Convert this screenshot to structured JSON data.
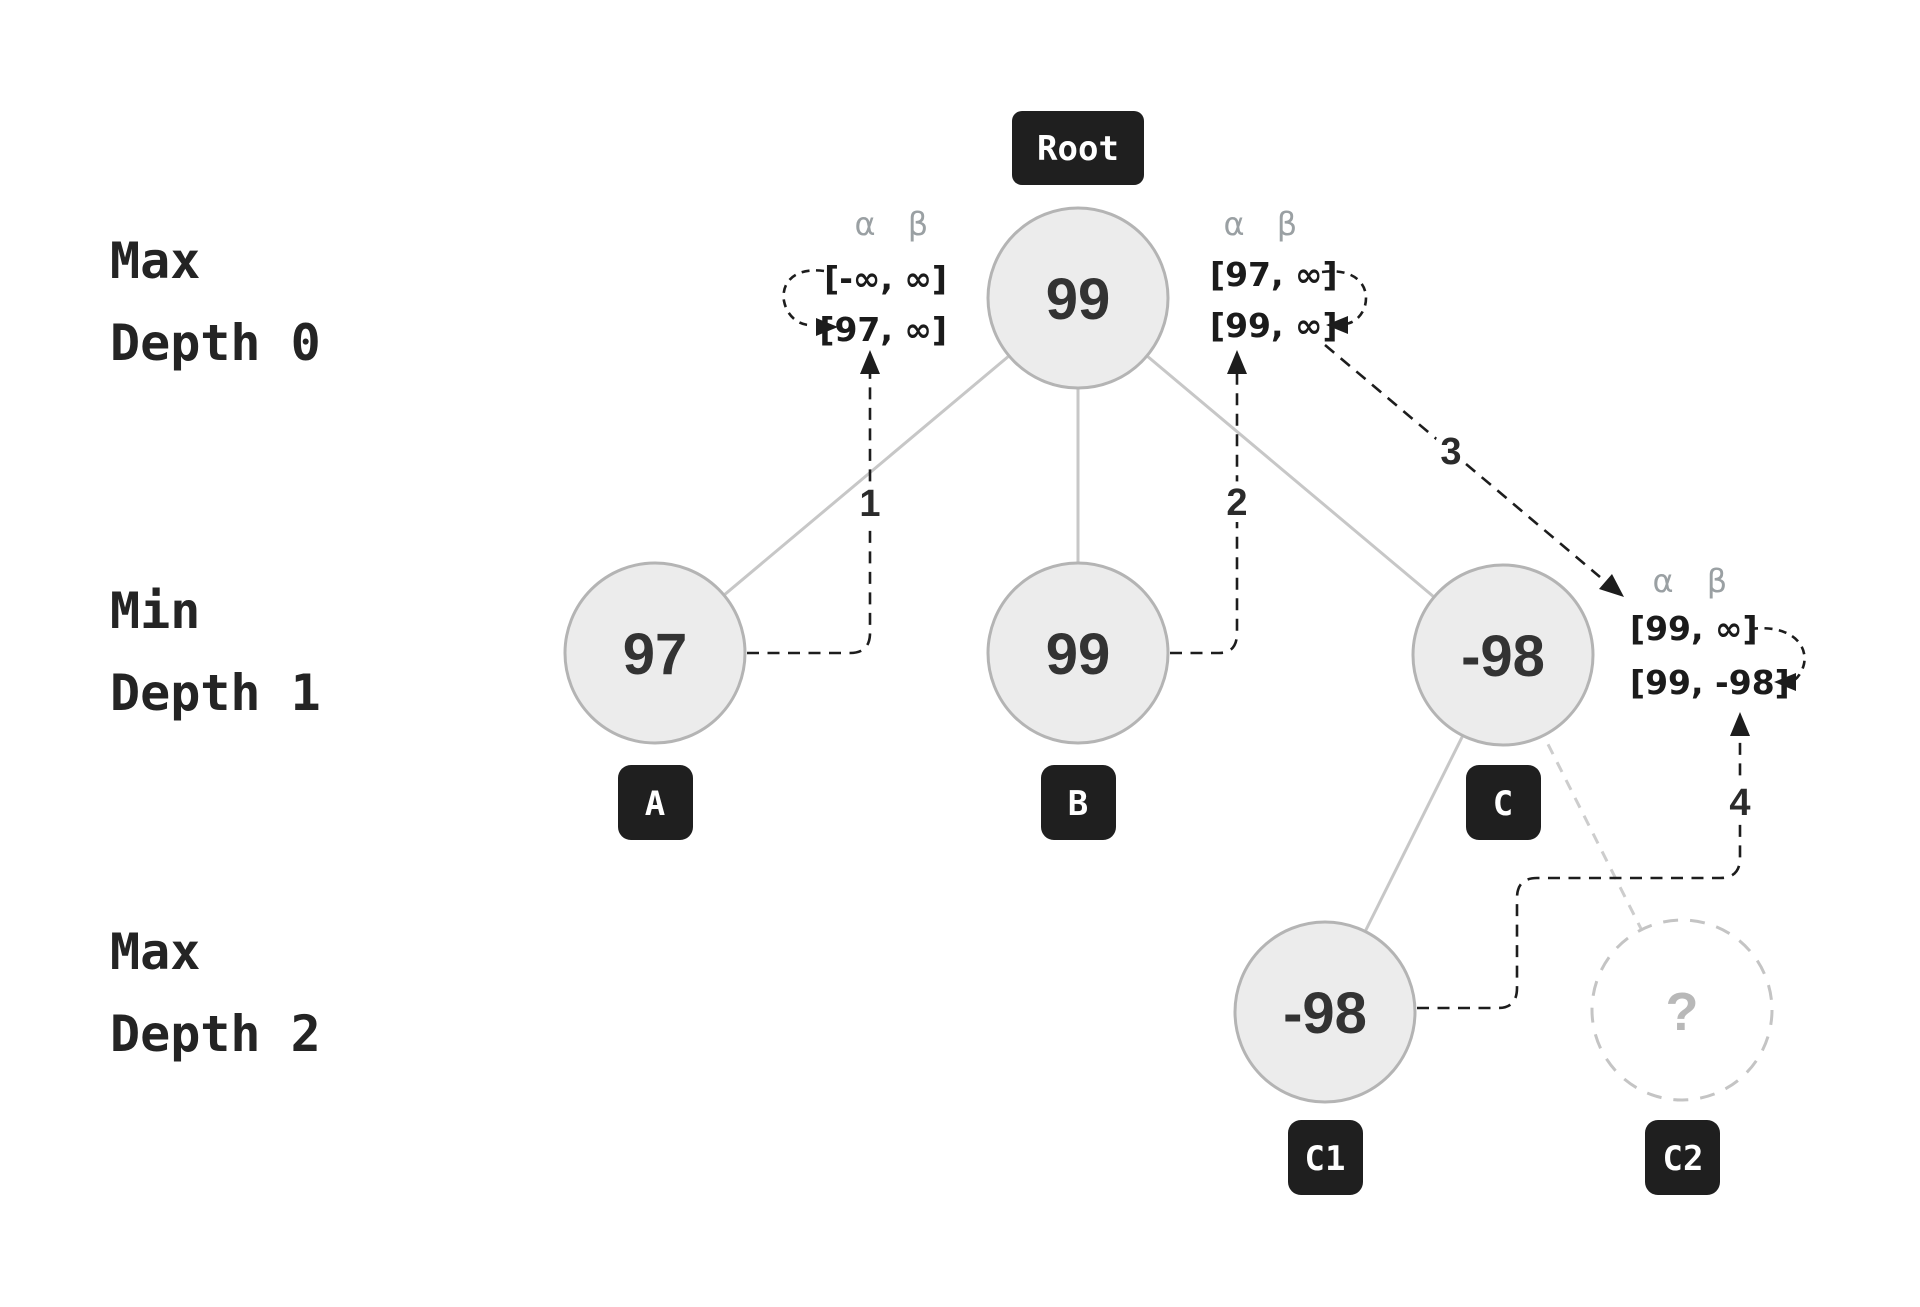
{
  "colors": {
    "highlight_blue": "#0d99ff",
    "node_fill": "#ececec",
    "node_stroke": "#b4b4b4",
    "edge_grey": "#c7c7c7",
    "arrow_black": "#1d1d1d",
    "tag_background": "#1f1f1f",
    "tag_text": "#ffffff",
    "greek_grey": "#9aa0a3",
    "value_text": "#333333",
    "unknown_grey": "#b8b8b8"
  },
  "rows": [
    {
      "line1": "Max",
      "line2": "Depth 0"
    },
    {
      "line1": "Min",
      "line2": "Depth 1"
    },
    {
      "line1": "Max",
      "line2": "Depth 2"
    }
  ],
  "nodes": {
    "root": {
      "tag": "Root",
      "value": "99"
    },
    "a": {
      "tag": "A",
      "value": "97"
    },
    "b": {
      "tag": "B",
      "value": "99"
    },
    "c": {
      "tag": "C",
      "value": "-98"
    },
    "c1": {
      "tag": "C1",
      "value": "-98"
    },
    "c2": {
      "tag": "C2",
      "value": "?"
    }
  },
  "annotations": {
    "alpha_header": "α",
    "beta_header": "β",
    "root_left": {
      "row1": "[-∞, ∞]",
      "row2": "[97, ∞]"
    },
    "root_right": {
      "row1": "[97, ∞]",
      "row2": "[99, ∞]"
    },
    "c_right": {
      "row1": "[99, ∞]",
      "row2": "[99, -98]"
    }
  },
  "steps": [
    {
      "label": "1"
    },
    {
      "label": "2"
    },
    {
      "label": "3"
    },
    {
      "label": "4"
    }
  ]
}
